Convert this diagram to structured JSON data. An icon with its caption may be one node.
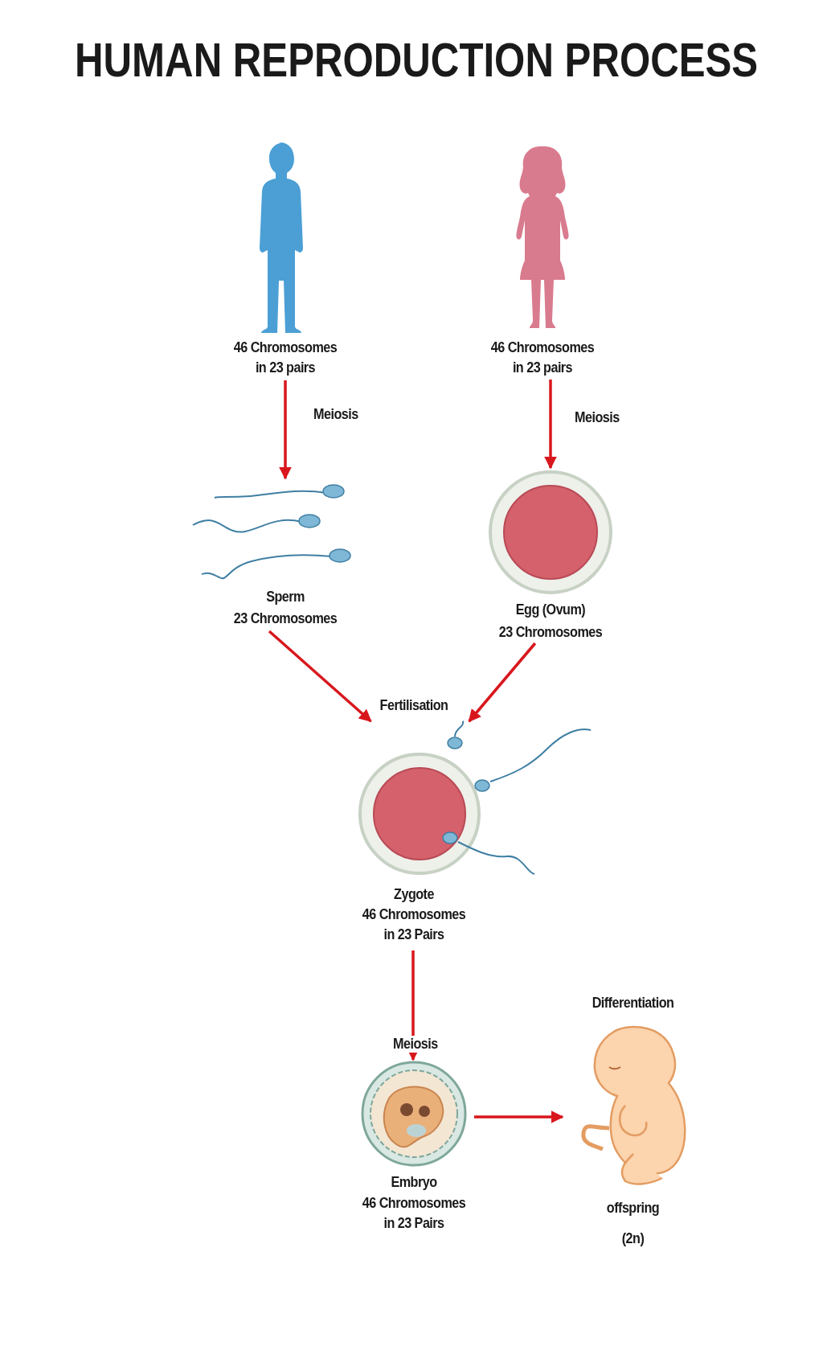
{
  "diagram": {
    "title": "HUMAN REPRODUCTION PROCESS",
    "nodes": [
      {
        "text": [
          "46 Chromosomes in 23 pairs"
        ]
      },
      {
        "text": [
          "46 Chromosomes in 23 pairs"
        ]
      },
      {
        "text": [
          "Sperm",
          "23 Chromosomes"
        ]
      },
      {
        "text": [
          "Egg (Ovum)",
          "23 Chromosomes"
        ]
      },
      {
        "text": [
          "Zygote",
          "46 Chromosomes in 23 Pairs"
        ],
        "beside": [
          "Fertilisation"
        ]
      },
      {
        "text": [
          "Embryo",
          "46 Chromosomes in 23 Pairs"
        ]
      },
      {
        "text": [
          "offspring",
          "(2n)"
        ],
        "beside": [
          "Differentiation"
        ]
      }
    ],
    "edges": [
      {
        "from": 0,
        "to": 2,
        "arrow": "to",
        "label": "Meiosis"
      },
      {
        "from": 1,
        "to": 3,
        "arrow": "to",
        "label": "Meiosis"
      },
      {
        "from": 2,
        "to": 4,
        "arrow": "to"
      },
      {
        "from": 3,
        "to": 4,
        "arrow": "to"
      },
      {
        "from": 4,
        "to": 5,
        "arrow": "to",
        "label": "Meiosis"
      },
      {
        "from": 5,
        "to": 6,
        "arrow": "to"
      }
    ]
  }
}
